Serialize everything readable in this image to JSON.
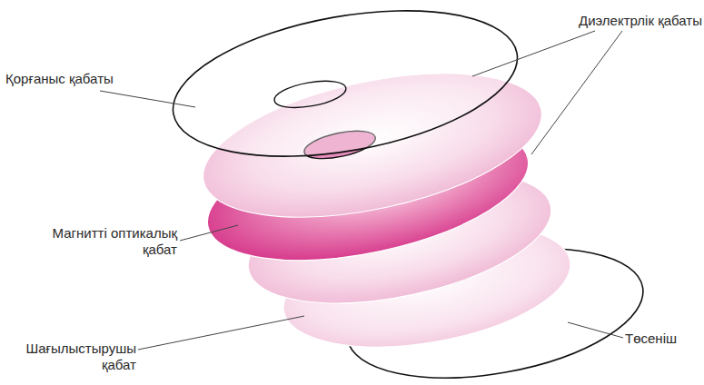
{
  "diagram": {
    "labels": [
      "Қорғаныс қабаты",
      "Диэлектрлік қабаты",
      "Магнитті оптикалық қабат",
      "Шағылыстырушы қабат",
      "Төсеніш"
    ]
  }
}
